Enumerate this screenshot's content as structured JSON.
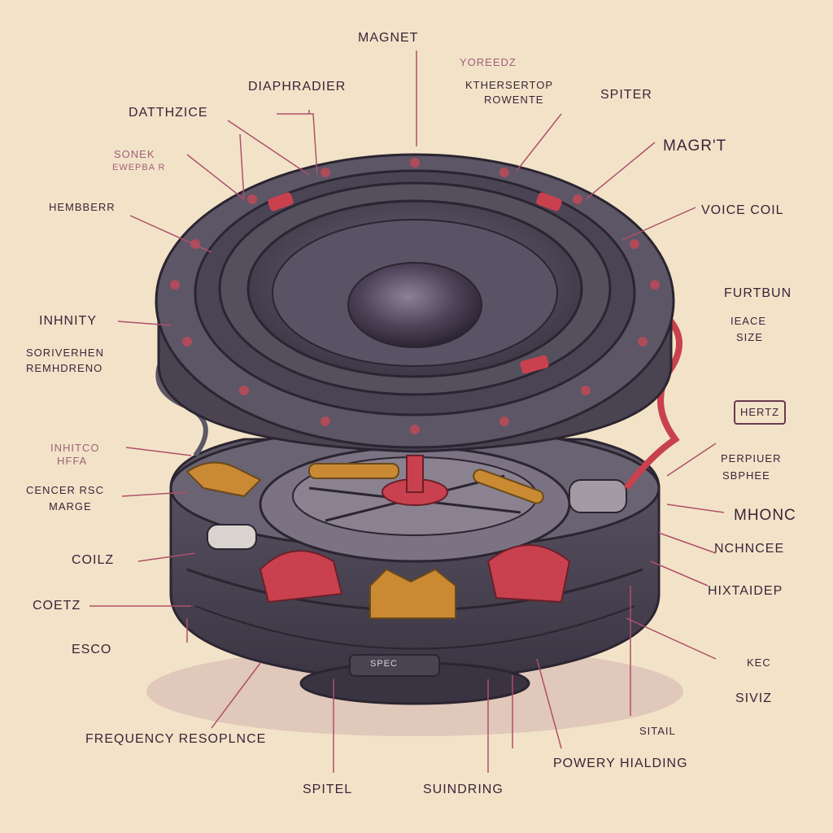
{
  "colors": {
    "background": "#f2e3c8",
    "speaker_body": "#55505d",
    "speaker_dark": "#3b3442",
    "accent_red": "#c9414e",
    "accent_gold": "#c98a33",
    "leader_line": "#b0506a",
    "text": "#3a2438"
  },
  "labels": {
    "magnet_top": "MAGNET",
    "yoreedz": "YOREEDZ",
    "kthersertop": "KTHERSERTOP",
    "rowente": "ROWENTE",
    "diaphradier": "DIAPHRADIER",
    "datthzice": "DATTHZICE",
    "sonek": "SONEK",
    "sonek_sub": "EWEPBA R",
    "spiter": "SPITER",
    "magrt": "MAGR'T",
    "hembberr": "HEMBBERR",
    "voice_coil": "VOICE COIL",
    "furtbun": "FURTBUN",
    "ieace": "IEACE",
    "size": "SIZE",
    "inhnity": "INHNITY",
    "sorivernen": "SORIVERHEN",
    "remhdreno": "REMHDRENO",
    "hertz": "HERTZ",
    "inhitco": "INHITCO",
    "hffa": "HFFA",
    "perpiuer": "PERPIUER",
    "sephee": "SBPHEE",
    "cenceriac": "CENCER RSC",
    "marge": "MARGE",
    "mhonc": "MHONC",
    "coilz": "COILZ",
    "nchncee": "NCHNCEE",
    "coetz": "COETZ",
    "hixtaidep": "HIXTAIDEP",
    "esco": "ESCO",
    "kec": "KEC",
    "sivz": "SIVIZ",
    "frequency": "FREQUENCY RESOPLNCE",
    "stail": "SITAIL",
    "powery": "POWERY HIALDING",
    "spitel": "SPITEL",
    "suindring": "SUINDRING",
    "badge": "SPEC"
  }
}
